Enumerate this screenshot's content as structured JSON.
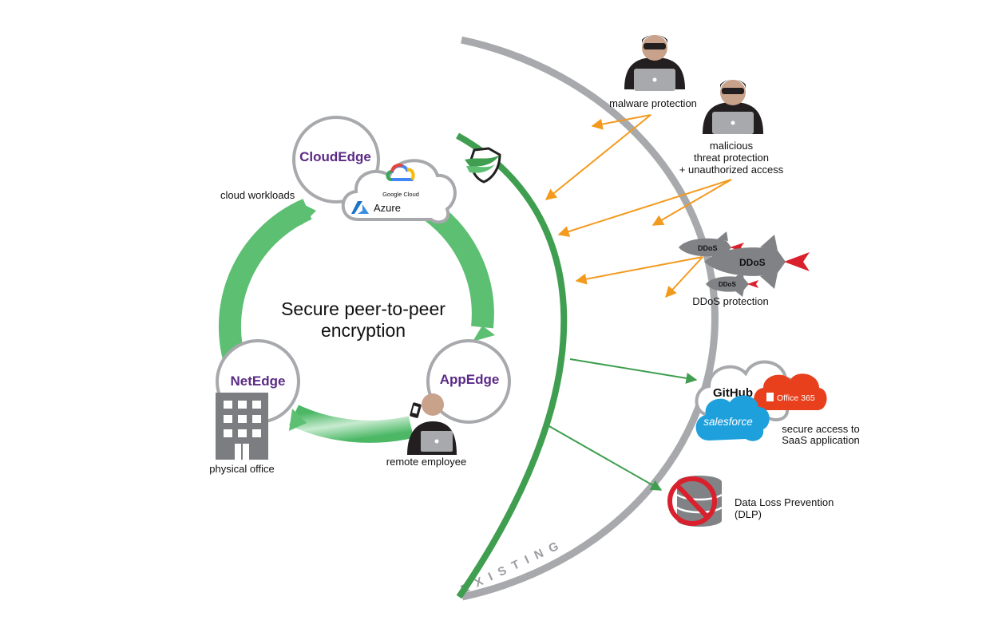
{
  "center": {
    "line1": "Secure peer-to-peer",
    "line2": "encryption"
  },
  "nodes": {
    "cloudedge": "CloudEdge",
    "netedge": "NetEdge",
    "appedge": "AppEdge"
  },
  "labels": {
    "cloud_workloads": "cloud workloads",
    "physical_office": "physical office",
    "remote_employee": "remote employee",
    "malware": "malware protection",
    "malicious_1": "malicious",
    "malicious_2": "threat protection",
    "malicious_3": "+ unauthorized access",
    "ddos": "DDoS protection",
    "saas_1": "secure access to",
    "saas_2": "SaaS application",
    "dlp_1": "Data Loss Prevention",
    "dlp_2": "(DLP)",
    "existing": "EXISTING"
  },
  "logos": {
    "google_cloud": "Google Cloud",
    "azure": "Azure",
    "github": "GitHub",
    "office365": "Office 365",
    "salesforce": "salesforce",
    "ddos_tag": "DDoS"
  },
  "colors": {
    "brand_purple": "#5b2a86",
    "ring_green": "#5cbf72",
    "shield_green": "#3f9e4f",
    "threat_orange": "#f39a1e",
    "existing_gray": "#a7a9ac",
    "azure_blue": "#1a73c8",
    "office_red": "#e8401c",
    "salesforce_blue": "#1ea0dc",
    "block_red": "#d9202c"
  },
  "icons": [
    "google-cloud-icon",
    "azure-icon",
    "shield-icon",
    "hacker-icon",
    "missile-icon",
    "office-building-icon",
    "person-laptop-icon",
    "database-blocked-icon",
    "github-logo",
    "office365-logo",
    "salesforce-logo"
  ]
}
